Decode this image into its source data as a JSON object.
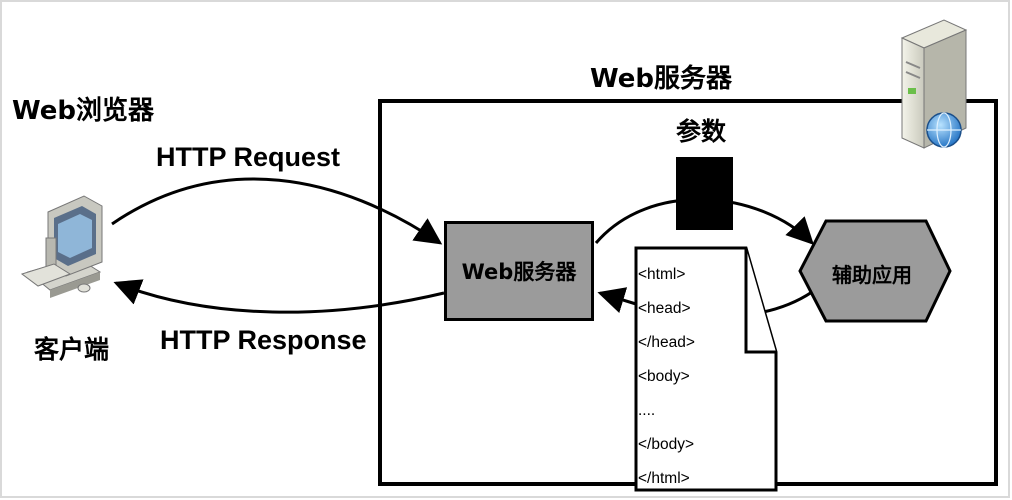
{
  "browser": {
    "title": "Web浏览器"
  },
  "client": {
    "label": "客户端",
    "icon": "desktop-computer-icon"
  },
  "request": {
    "label": "HTTP Request"
  },
  "response": {
    "label": "HTTP Response"
  },
  "server": {
    "title": "Web服务器",
    "icon": "server-globe-icon",
    "inner_box": "Web服务器",
    "param_label": "参数",
    "helper_app": "辅助应用"
  },
  "html_document": {
    "lines": [
      "<html>",
      "<head>",
      "</head>",
      "<body>",
      "....",
      "</body>",
      "</html>"
    ]
  },
  "colors": {
    "box_fill": "#9b9b9b",
    "border": "#000000",
    "background": "#ffffff"
  }
}
